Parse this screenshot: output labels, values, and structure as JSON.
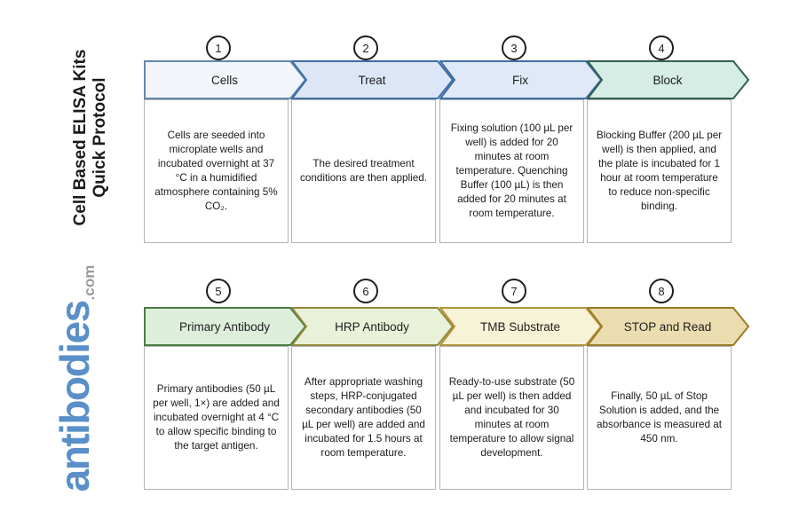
{
  "sidebar": {
    "title_line1": "Cell Based ELISA Kits",
    "title_line2": "Quick Protocol",
    "logo_text": "antibodies",
    "logo_suffix": ".com",
    "logo_color": "#5a8fc8",
    "logo_suffix_color": "#9b9b9b"
  },
  "rows": [
    {
      "steps": [
        {
          "number": "1",
          "label": "Cells",
          "fill": "#f2f6fb",
          "stroke": "#6688ad",
          "description": "Cells are seeded into microplate wells and incubated overnight at 37 °C in a humidified atmosphere containing 5% CO₂."
        },
        {
          "number": "2",
          "label": "Treat",
          "fill": "#dde6f7",
          "stroke": "#3e6fa5",
          "description": "The desired treatment conditions are then applied."
        },
        {
          "number": "3",
          "label": "Fix",
          "fill": "#dfe9f8",
          "stroke": "#3e6fa5",
          "description": "Fixing solution (100 µL per well) is added for 20 minutes at room temperature. Quenching Buffer (100 µL) is then added for 20 minutes at room temperature."
        },
        {
          "number": "4",
          "label": "Block",
          "fill": "#d5ede5",
          "stroke": "#335f55",
          "description": "Blocking Buffer (200 µL per well) is then applied, and the plate is incubated for 1 hour at room temperature to reduce non-specific binding."
        }
      ]
    },
    {
      "steps": [
        {
          "number": "5",
          "label": "Primary Antibody",
          "fill": "#ddefdb",
          "stroke": "#4a7c44",
          "description": "Primary antibodies (50 µL per well, 1×) are added and incubated overnight at 4 °C to allow specific binding to the target antigen."
        },
        {
          "number": "6",
          "label": "HRP Antibody",
          "fill": "#e9f2d8",
          "stroke": "#93883e",
          "description": "After appropriate washing steps, HRP-conjugated secondary antibodies (50 µL per well) are added and incubated for 1.5 hours at room temperature."
        },
        {
          "number": "7",
          "label": "TMB Substrate",
          "fill": "#f7f3d7",
          "stroke": "#b2943e",
          "description": "Ready-to-use substrate (50 µL per well) is then added and incubated for 30 minutes at room temperature to allow signal development."
        },
        {
          "number": "8",
          "label": "STOP and Read",
          "fill": "#ecddb0",
          "stroke": "#9a7b28",
          "description": "Finally, 50 µL of Stop Solution is added, and the absorbance is measured at 450 nm."
        }
      ]
    }
  ]
}
